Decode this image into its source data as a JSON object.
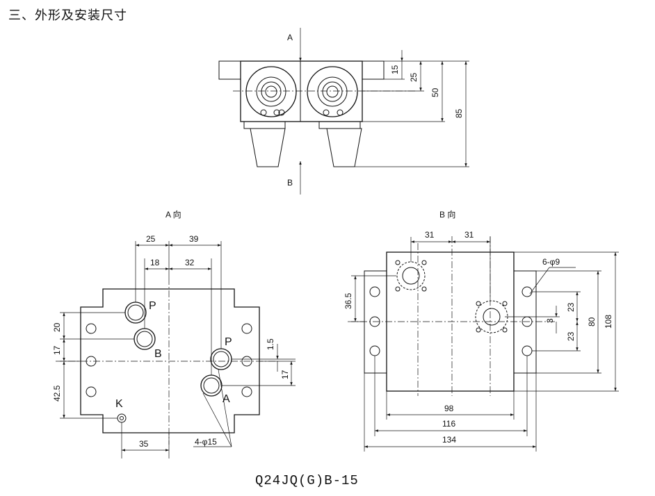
{
  "heading": "三、外形及安装尺寸",
  "caption": "Q24JQ(G)B-15",
  "top_view": {
    "arrow_a": "A",
    "arrow_b": "B",
    "dims": [
      "15",
      "25",
      "50",
      "85"
    ]
  },
  "a_view": {
    "title": "A 向",
    "dims_top": [
      "25",
      "39",
      "18",
      "32"
    ],
    "dims_left": [
      "20",
      "17",
      "42.5"
    ],
    "dims_right": [
      "1.5",
      "17"
    ],
    "dim_bottom": "35",
    "hole_note": "4-φ15",
    "port_labels": [
      "P",
      "B",
      "P",
      "A",
      "K"
    ]
  },
  "b_view": {
    "title": "B 向",
    "dims_top": [
      "31",
      "31"
    ],
    "dim_left": "36.5",
    "hole_note": "6-φ9",
    "dims_right": [
      "23",
      "3",
      "23",
      "80",
      "108"
    ],
    "dims_bottom": [
      "98",
      "116",
      "134"
    ]
  }
}
